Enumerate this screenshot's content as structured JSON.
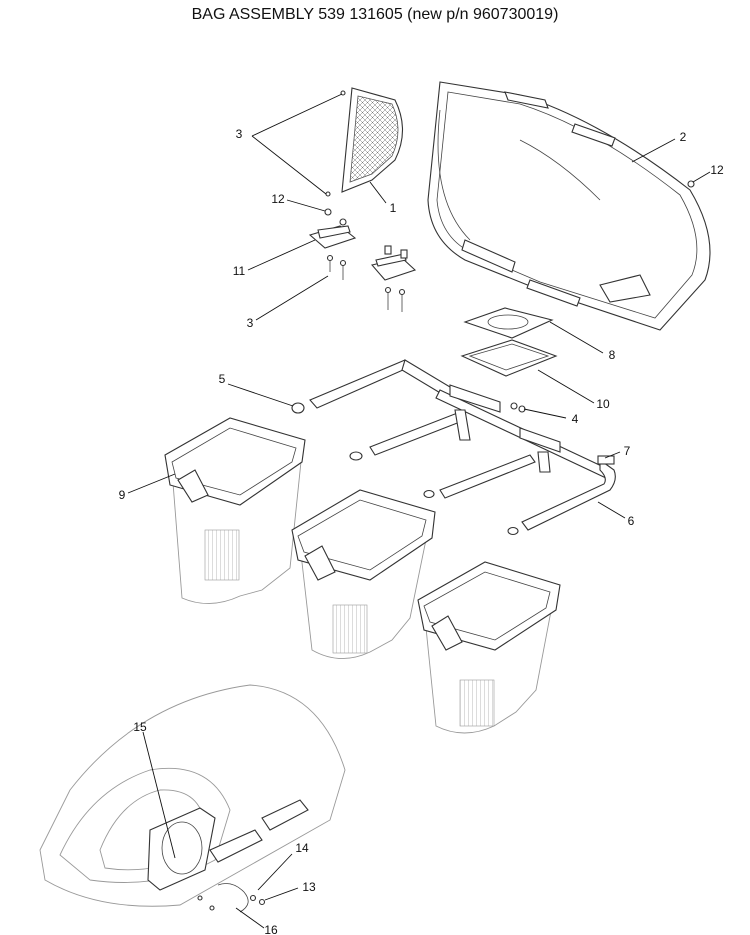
{
  "title": "BAG ASSEMBLY 539 131605 (new p/n 960730019)",
  "callouts": [
    "1",
    "2",
    "3",
    "3",
    "4",
    "5",
    "6",
    "7",
    "8",
    "9",
    "10",
    "11",
    "12",
    "12",
    "13",
    "14",
    "15",
    "16"
  ]
}
